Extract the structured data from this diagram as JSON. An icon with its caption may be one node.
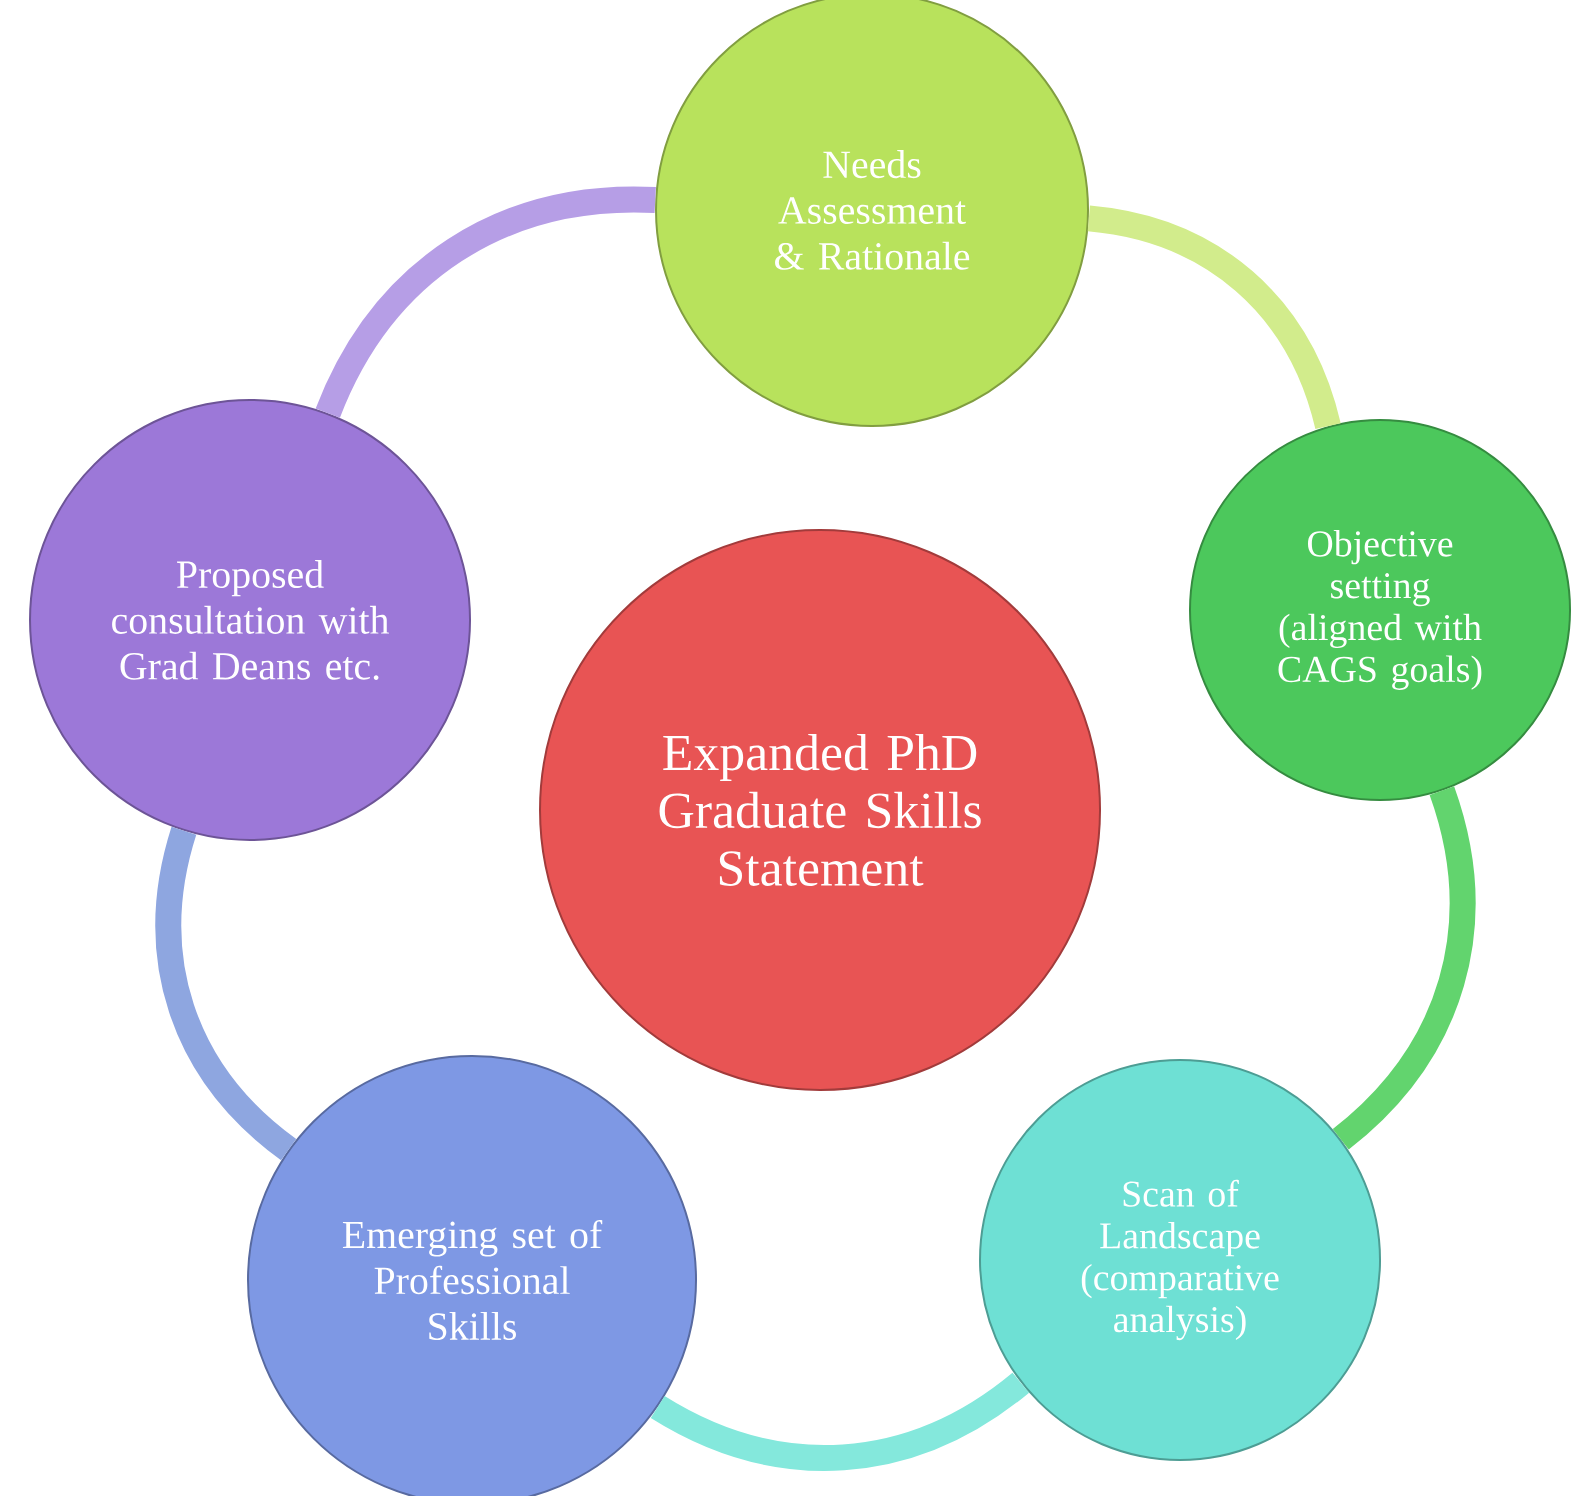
{
  "diagram": {
    "nodes": [
      {
        "text": [
          "Needs Assessment & Rationale"
        ]
      },
      {
        "text": [
          "Objective setting (aligned with CAGS goals)"
        ]
      },
      {
        "text": [
          "Scan of Landscape (comparative analysis)"
        ]
      },
      {
        "text": [
          "Emerging set of Professional Skills"
        ]
      },
      {
        "text": [
          "Proposed consultation with Grad Deans etc."
        ]
      },
      {
        "text": [
          "Expanded PhD Graduate Skills Statement"
        ]
      }
    ],
    "edges": [
      {
        "from": 0,
        "to": 1,
        "arrow": "none",
        "color": "#d2ec8c"
      },
      {
        "from": 1,
        "to": 2,
        "arrow": "none",
        "color": "#62d46e"
      },
      {
        "from": 2,
        "to": 3,
        "arrow": "none",
        "color": "#84e8dc"
      },
      {
        "from": 3,
        "to": 4,
        "arrow": "none",
        "color": "#8ea6e0"
      },
      {
        "from": 4,
        "to": 0,
        "arrow": "none",
        "color": "#b69ee6"
      }
    ]
  }
}
